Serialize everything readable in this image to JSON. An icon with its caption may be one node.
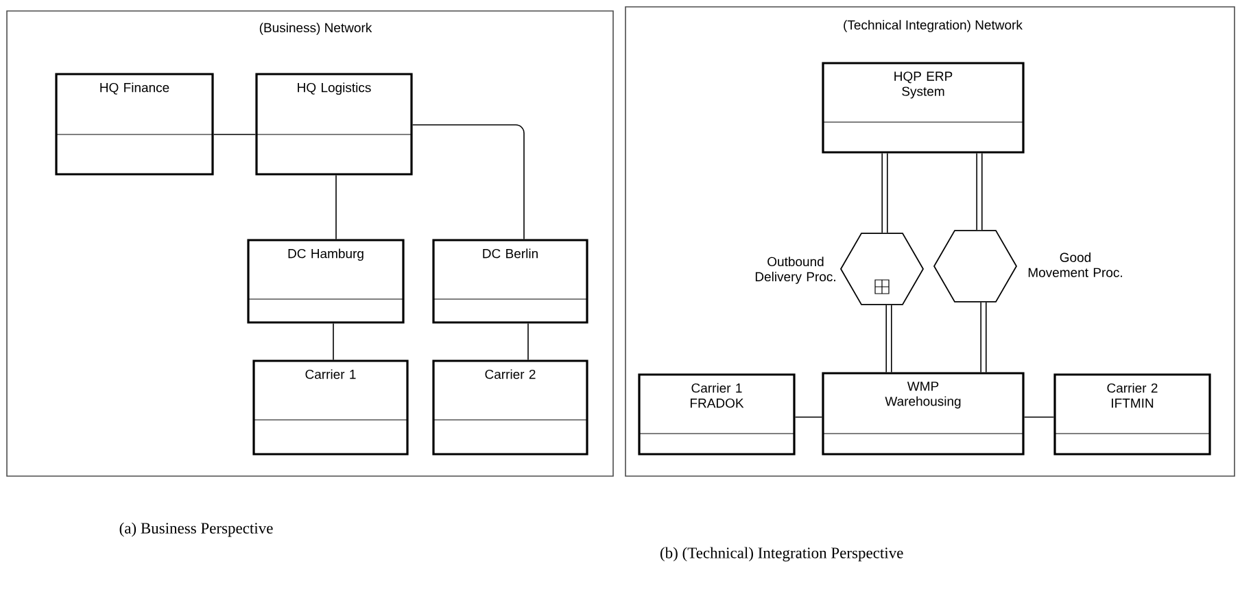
{
  "diagram": {
    "nodes": [
      {
        "text": [
          "(Business) Network"
        ]
      },
      {
        "text": [
          "HQ Finance"
        ],
        "in": 0
      },
      {
        "text": [
          "HQ Logistics"
        ],
        "in": 0
      },
      {
        "text": [
          "DC Hamburg"
        ],
        "in": 0
      },
      {
        "text": [
          "DC Berlin"
        ],
        "in": 0
      },
      {
        "text": [
          "Carrier 1"
        ],
        "in": 0
      },
      {
        "text": [
          "Carrier 2"
        ],
        "in": 0
      },
      {
        "text": [
          "(Technical Integration) Network"
        ]
      },
      {
        "text": [
          "HQP ERP System"
        ],
        "in": 7
      },
      {
        "text": [
          "Outbound Delivery Proc."
        ],
        "in": 7
      },
      {
        "text": [
          "Good Movement Proc."
        ],
        "in": 7
      },
      {
        "text": [
          "Carrier 1 FRADOK"
        ],
        "in": 7
      },
      {
        "text": [
          "WMP Warehousing"
        ],
        "in": 7
      },
      {
        "text": [
          "Carrier 2 IFTMIN"
        ],
        "in": 7
      }
    ],
    "edges": [
      {
        "from": 1,
        "to": 2,
        "arrow": "none"
      },
      {
        "from": 2,
        "to": 3,
        "arrow": "none"
      },
      {
        "from": 2,
        "to": 4,
        "arrow": "none"
      },
      {
        "from": 3,
        "to": 5,
        "arrow": "none"
      },
      {
        "from": 4,
        "to": 6,
        "arrow": "none"
      },
      {
        "from": 8,
        "to": 9,
        "arrow": "none",
        "style": "thick"
      },
      {
        "from": 9,
        "to": 12,
        "arrow": "none",
        "style": "thick"
      },
      {
        "from": 8,
        "to": 10,
        "arrow": "none",
        "style": "thick"
      },
      {
        "from": 10,
        "to": 12,
        "arrow": "none",
        "style": "thick"
      },
      {
        "from": 11,
        "to": 12,
        "arrow": "none"
      },
      {
        "from": 12,
        "to": 13,
        "arrow": "none"
      }
    ],
    "labels": [
      "(a) Business Perspective",
      "(b) (Technical) Integration Perspective"
    ]
  }
}
